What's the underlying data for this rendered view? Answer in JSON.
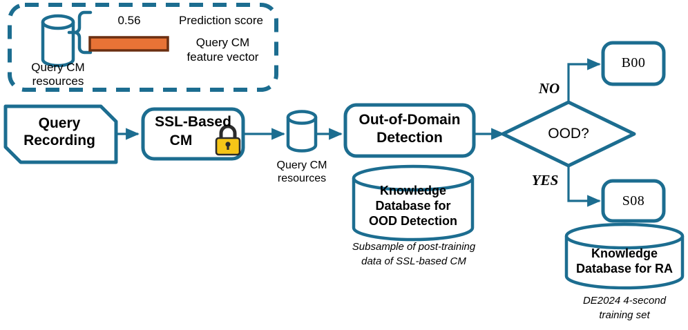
{
  "diagram": {
    "title": "OOD detection pipeline for query countermeasure recordings",
    "colors": {
      "stroke_teal": "#1c6d90",
      "fill_white": "#ffffff",
      "bar_fill": "#e87336",
      "bar_stroke": "#6b2f11",
      "lock_body": "#f5c518",
      "lock_stroke": "#2b2b2b",
      "text_black": "#000000"
    },
    "callout": {
      "name": "query-cm-resources-callout",
      "border_style": "dashed",
      "cylinder_label_line1": "Query CM",
      "cylinder_label_line2": "resources",
      "prediction_score_value": "0.56",
      "prediction_score_label": "Prediction score",
      "feature_vector_label_line1": "Query CM",
      "feature_vector_label_line2": "feature vector"
    },
    "nodes": [
      {
        "id": "query-recording",
        "shape": "document-cut-corner",
        "label_line1": "Query",
        "label_line2": "Recording"
      },
      {
        "id": "ssl-based-cm",
        "shape": "rounded-rect",
        "label_line1": "SSL-Based",
        "label_line2": "CM",
        "icon": "lock-icon"
      },
      {
        "id": "query-cm-resources-cylinder",
        "shape": "cylinder",
        "caption_line1": "Query CM",
        "caption_line2": "resources"
      },
      {
        "id": "out-of-domain-detection",
        "shape": "rounded-rect",
        "label_line1": "Out-of-Domain",
        "label_line2": "Detection"
      },
      {
        "id": "knowledge-database-ood",
        "shape": "cylinder",
        "label_line1": "Knowledge",
        "label_line2": "Database for",
        "label_line3": "OOD Detection",
        "caption_line1": "Subsample of post-training",
        "caption_line2": "data of SSL-based CM"
      },
      {
        "id": "ood-decision",
        "shape": "diamond",
        "label": "OOD?"
      },
      {
        "id": "b00-output",
        "shape": "rounded-rect",
        "label": "B00"
      },
      {
        "id": "s08-output",
        "shape": "rounded-rect",
        "label": "S08"
      },
      {
        "id": "knowledge-database-ra",
        "shape": "cylinder",
        "label_line1": "Knowledge",
        "label_line2": "Database for RA",
        "caption_line1": "DE2024 4-second",
        "caption_line2": "training set"
      }
    ],
    "edge_labels": {
      "no": "NO",
      "yes": "YES"
    }
  }
}
